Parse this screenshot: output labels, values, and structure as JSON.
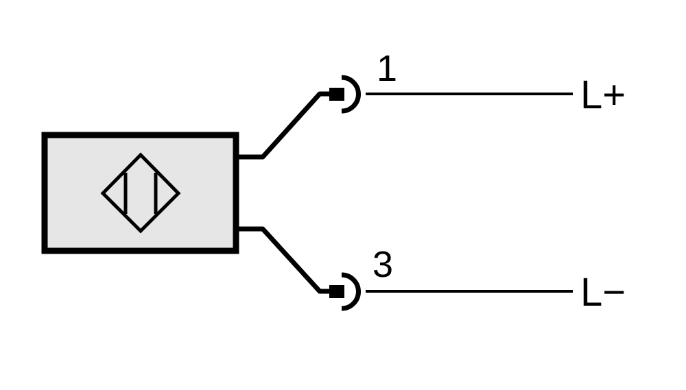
{
  "diagram": {
    "pins": [
      {
        "number": "1",
        "signal": "L+"
      },
      {
        "number": "3",
        "signal": "L−"
      }
    ],
    "colors": {
      "stroke": "#000000",
      "body_fill": "#e6e6e6",
      "background": "#ffffff"
    },
    "icons": {
      "sensor_symbol": "inductive-sensor-icon",
      "connector": "connector-plug-icon"
    }
  }
}
